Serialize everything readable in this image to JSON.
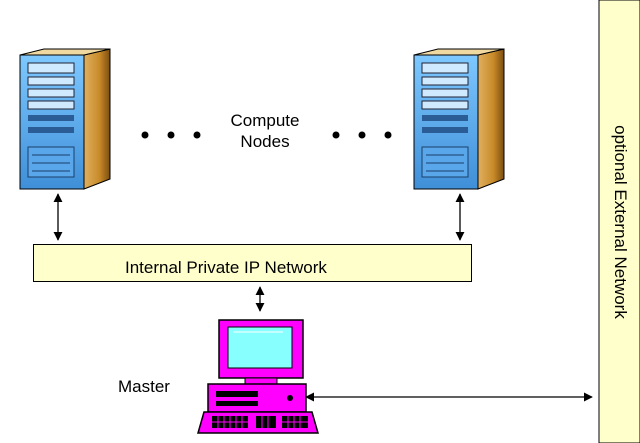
{
  "compute_nodes": {
    "label_line1": "Compute",
    "label_line2": "Nodes"
  },
  "internal_network": {
    "label": "Internal Private IP Network"
  },
  "master": {
    "label": "Master"
  },
  "external_network": {
    "label": "optional External Network"
  },
  "icons": {
    "compute_node_left": "server-tower-icon",
    "compute_node_right": "server-tower-icon",
    "master_computer": "desktop-computer-icon"
  },
  "colors": {
    "network_box_fill": "#ffffcc",
    "external_band_fill": "#ffffcc",
    "master_case": "#ff00ff",
    "monitor_screen": "#88ffff",
    "server_front": "#55aaee",
    "server_side": "#cc8822"
  }
}
